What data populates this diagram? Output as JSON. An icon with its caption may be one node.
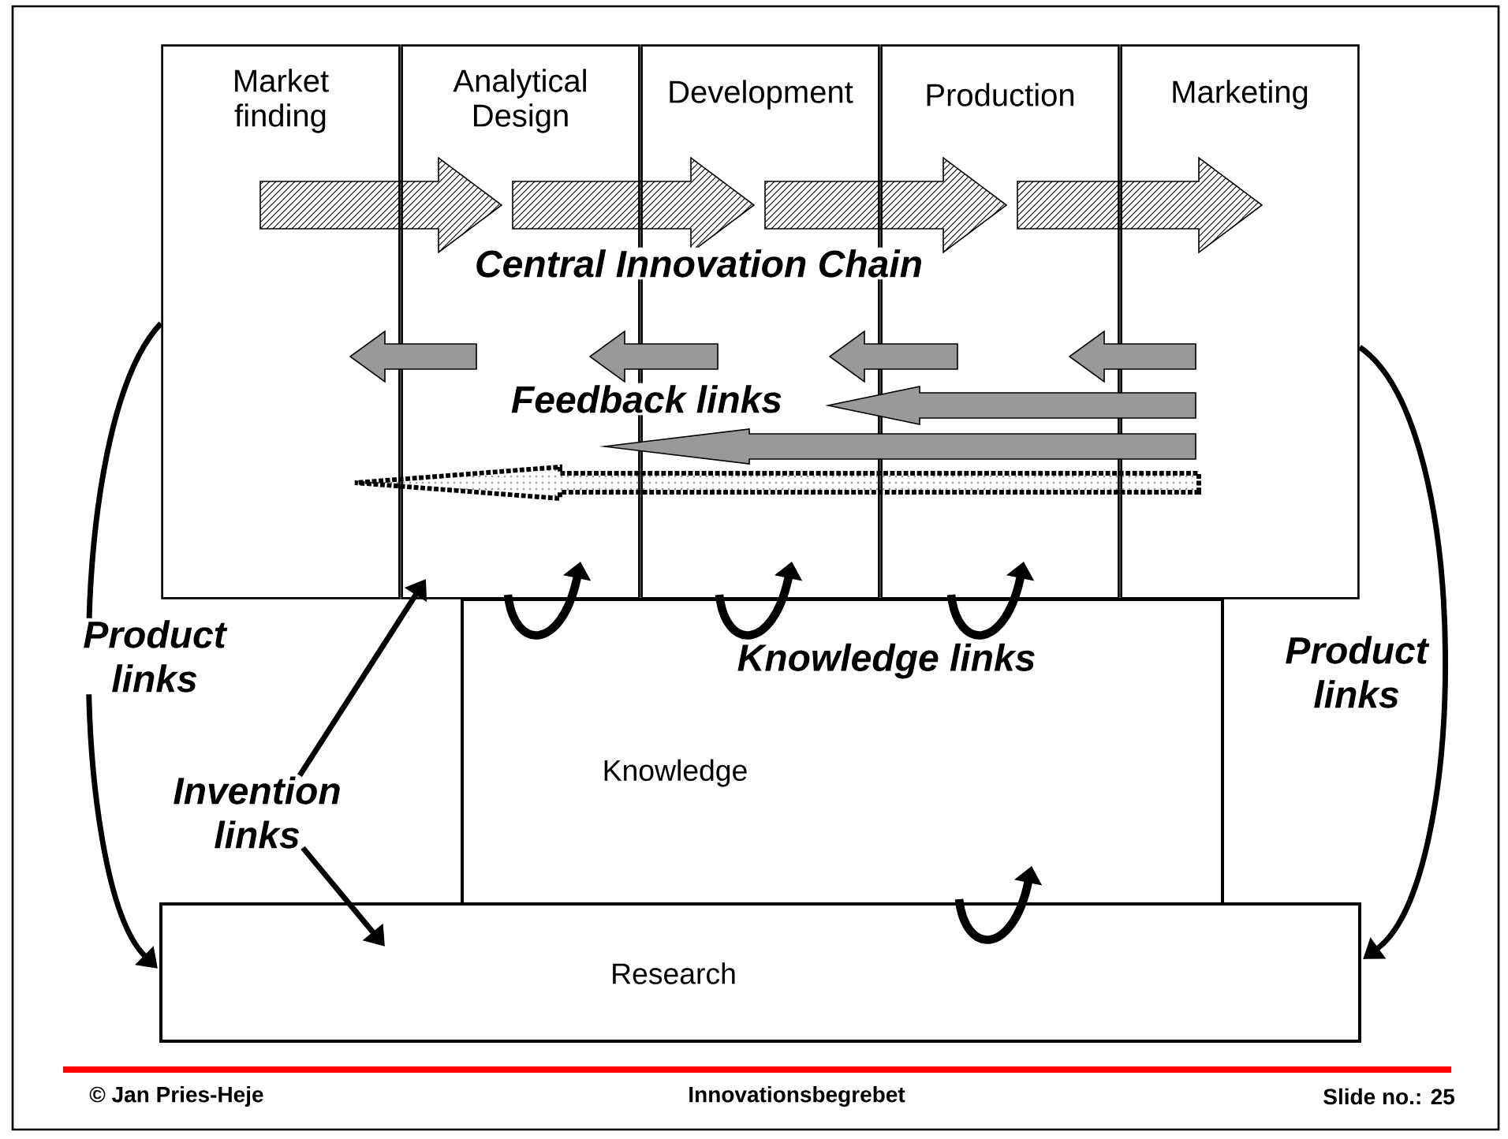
{
  "diagram": {
    "nodes": [
      {
        "text": [
          "Market finding"
        ]
      },
      {
        "text": [
          "Analytical Design"
        ]
      },
      {
        "text": [
          "Development"
        ]
      },
      {
        "text": [
          "Production"
        ]
      },
      {
        "text": [
          "Marketing"
        ]
      },
      {
        "text": [
          "Knowledge"
        ]
      },
      {
        "text": [
          "Invention links"
        ]
      },
      {
        "text": [
          "Research"
        ]
      }
    ],
    "edges": [
      {
        "from": 0,
        "to": 1,
        "arrow": "to"
      },
      {
        "from": 1,
        "to": 2,
        "arrow": "to"
      },
      {
        "from": 2,
        "to": 3,
        "arrow": "to"
      },
      {
        "from": 3,
        "to": 4,
        "arrow": "to"
      },
      {
        "from": 1,
        "to": 0,
        "arrow": "to",
        "color": "#999999"
      },
      {
        "from": 2,
        "to": 1,
        "arrow": "to",
        "color": "#999999"
      },
      {
        "from": 3,
        "to": 2,
        "arrow": "to",
        "color": "#999999"
      },
      {
        "from": 4,
        "to": 3,
        "arrow": "to",
        "color": "#999999"
      },
      {
        "from": 4,
        "to": 2,
        "arrow": "to",
        "color": "#999999"
      },
      {
        "from": 4,
        "to": 1,
        "arrow": "to",
        "color": "#999999"
      },
      {
        "from": 4,
        "to": 0,
        "arrow": "to",
        "style": "dashed"
      },
      {
        "from": 0,
        "to": 7,
        "arrow": "to",
        "label": "Product links"
      },
      {
        "from": 4,
        "to": 7,
        "arrow": "to",
        "label": "Product links"
      },
      {
        "from": 6,
        "to": 1,
        "arrow": "to"
      },
      {
        "from": 6,
        "to": 7,
        "arrow": "to"
      },
      {
        "from": 5,
        "to": 1,
        "arrow": "to"
      },
      {
        "from": 5,
        "to": 2,
        "arrow": "to"
      },
      {
        "from": 5,
        "to": 3,
        "arrow": "to"
      },
      {
        "from": 7,
        "to": 5,
        "arrow": "to"
      }
    ],
    "labels": [
      "Central Innovation Chain",
      "Feedback links",
      "Knowledge links",
      "© Jan Pries-Heje",
      "Innovationsbegrebet",
      "Slide no.: 25"
    ]
  }
}
